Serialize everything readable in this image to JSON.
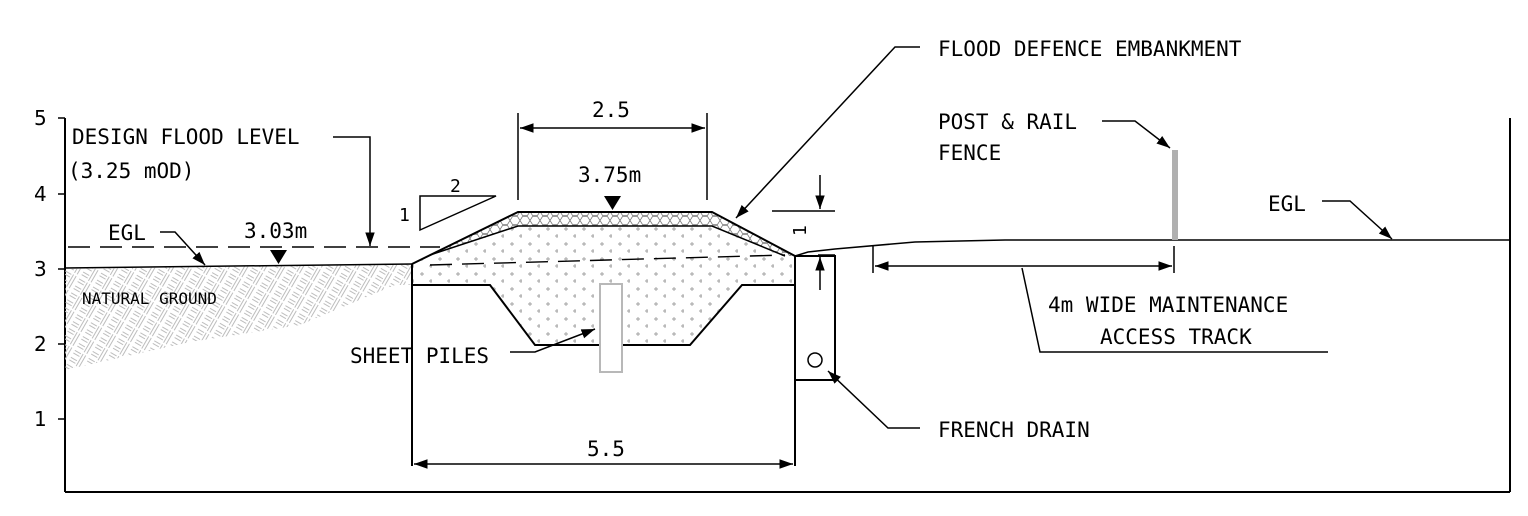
{
  "axis": {
    "ticks": [
      "5",
      "4",
      "3",
      "2",
      "1"
    ]
  },
  "labels": {
    "flood_defence_embankment": "FLOOD DEFENCE EMBANKMENT",
    "design_flood_level_1": "DESIGN FLOOD LEVEL",
    "design_flood_level_2": "(3.25 mOD)",
    "egl_left": "EGL",
    "egl_right": "EGL",
    "level_left": "3.03m",
    "level_crest": "3.75m",
    "natural_ground": "NATURAL GROUND",
    "sheet_piles": "SHEET PILES",
    "post_rail_1": "POST & RAIL",
    "post_rail_2": "FENCE",
    "access_track_1": "4m WIDE MAINTENANCE",
    "access_track_2": "ACCESS TRACK",
    "french_drain": "FRENCH DRAIN",
    "dim_crest_width": "2.5",
    "dim_base_width": "5.5",
    "slope_run": "2",
    "slope_rise": "1",
    "dim_height": "1"
  },
  "colors": {
    "line": "#000000",
    "pile": "#b8b8b8",
    "fence": "#b0b0b0",
    "hatch": "#b5b5b5"
  }
}
